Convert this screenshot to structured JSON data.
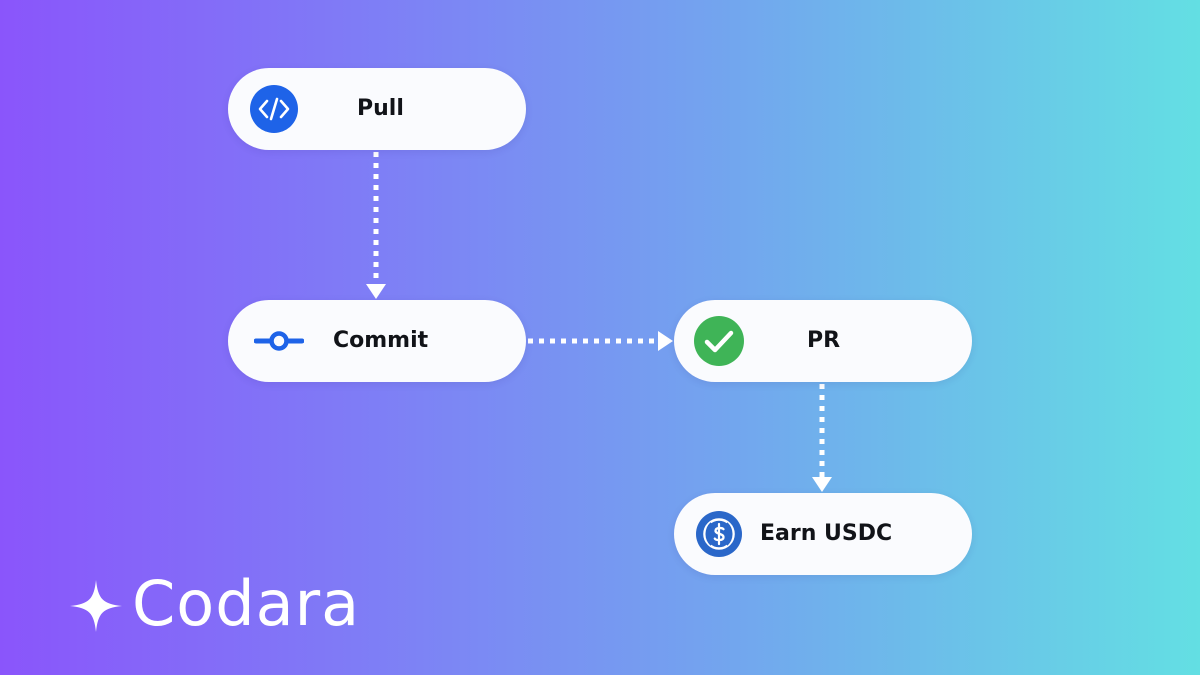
{
  "nodes": {
    "pull": {
      "label": "Pull",
      "icon": "code-brackets-icon",
      "icon_color": "#1e63e8"
    },
    "commit": {
      "label": "Commit",
      "icon": "git-commit-icon",
      "icon_color": "#1e63e8"
    },
    "pr": {
      "label": "PR",
      "icon": "check-circle-icon",
      "icon_color": "#3fb457"
    },
    "earn": {
      "label": "Earn USDC",
      "icon": "usdc-coin-icon",
      "icon_color": "#2a67c9"
    }
  },
  "edges": [
    {
      "from": "Pull",
      "to": "Commit"
    },
    {
      "from": "Commit",
      "to": "PR"
    },
    {
      "from": "PR",
      "to": "Earn USDC"
    }
  ],
  "brand": {
    "name": "Codara",
    "icon": "sparkle-icon"
  },
  "colors": {
    "gradient_start": "#8a55fb",
    "gradient_end": "#63dfe3",
    "node_fill": "#fafbfe",
    "connector": "#ffffff"
  }
}
